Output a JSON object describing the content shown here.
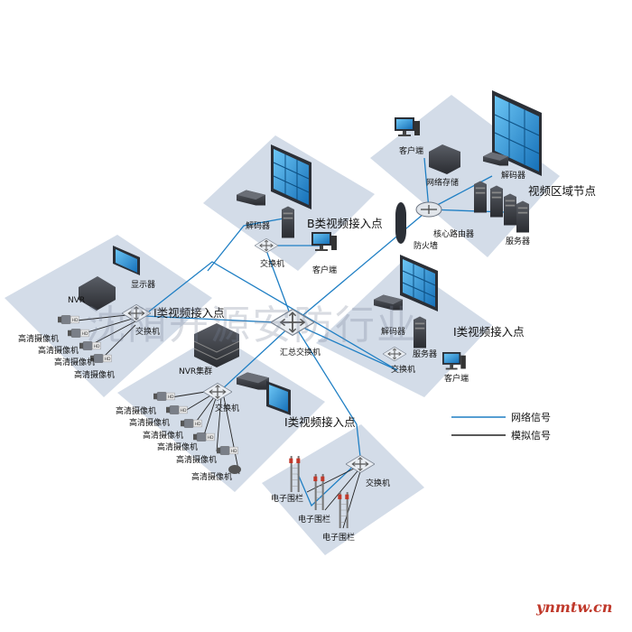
{
  "labels": {
    "client_tr": "客户端",
    "net_storage": "网络存储",
    "decoder_tr": "解码器",
    "video_region_node": "视频区域节点",
    "core_router": "核心路由器",
    "firewall": "防火墙",
    "server_tr": "服务器",
    "decoder_b": "解码器",
    "b_access": "B类视频接入点",
    "switch_b": "交换机",
    "client_b": "客户端",
    "display_l": "显示器",
    "nvr": "NVR",
    "i_access_l": "I类视频接入点",
    "switch_l": "交换机",
    "hd_cam": "高清摄像机",
    "nvr_cluster": "NVR集群",
    "agg_switch": "汇总交换机",
    "decoder_r": "解码器",
    "i_access_r": "I类视频接入点",
    "server_r": "服务器",
    "switch_r": "交换机",
    "client_r": "客户端",
    "switch_c": "交换机",
    "i_access_c": "I类视频接入点",
    "switch_bot": "交换机",
    "e_fence": "电子围栏",
    "watermark": "沈阳开源安防行业",
    "site": "ynmtw.cn"
  },
  "legend": {
    "network": "网络信号",
    "analog": "模拟信号"
  },
  "colors": {
    "zone": "#d3dce8",
    "network_line": "#1f7fc4",
    "analog_line": "#222222",
    "screen": "#1a90d8",
    "device_dark": "#3a3d44"
  }
}
